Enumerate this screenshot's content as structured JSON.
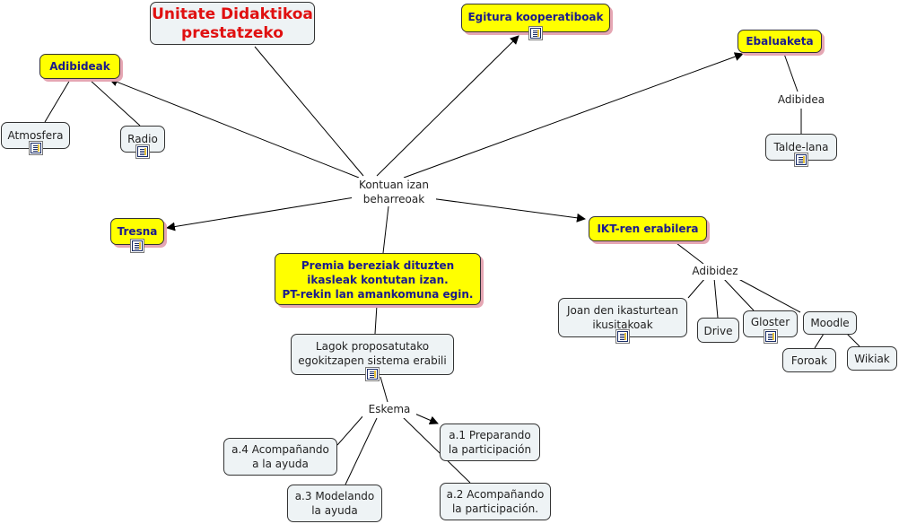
{
  "nodes": {
    "title": "Unitate Didaktikoa\nprestatzeko",
    "kontuan": "Kontuan izan\nbeharreoak",
    "egitura": "Egitura kooperatiboak",
    "ebaluaketa": "Ebaluaketa",
    "adibidea": "Adibidea",
    "talde_lana": "Talde-lana",
    "adibideak": "Adibideak",
    "atmosfera": "Atmosfera",
    "radio": "Radio",
    "tresna": "Tresna",
    "ikt": "IKT-ren erabilera",
    "adibidez": "Adibidez",
    "joan": "Joan den ikasturtean\nikusitakoak",
    "drive": "Drive",
    "gloster": "Gloster",
    "moodle": "Moodle",
    "foroak": "Foroak",
    "wikiak": "Wikiak",
    "premia": "Premia bereziak dituzten\nikasleak kontutan izan.\nPT-rekin lan amankomuna egin.",
    "lagok": "Lagok proposatutako\negokitzapen sistema erabili",
    "eskema": "Eskema",
    "a1": "a.1 Preparando\nla participación",
    "a2": "a.2 Acompañando\nla participación.",
    "a3": "a.3 Modelando\nla ayuda",
    "a4": "a.4 Acompañando\na la ayuda"
  },
  "icons": {
    "resource": "document-icon"
  },
  "colors": {
    "highlight": "#ffff00",
    "highlight_text": "#1a1a8c",
    "title_text": "#e01010",
    "node_fill": "#eef3f5",
    "shadow": "#e5a6b3"
  }
}
